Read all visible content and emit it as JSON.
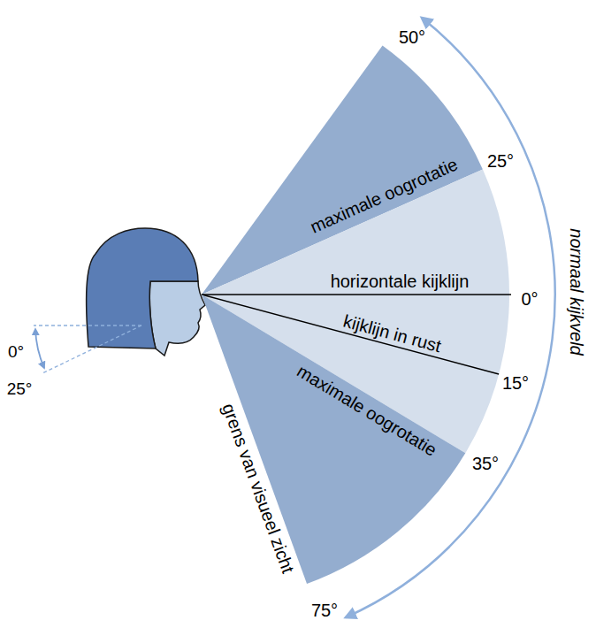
{
  "diagram": {
    "nodes": [
      {
        "text": [
          "maximale oogrotatie"
        ]
      },
      {
        "text": [
          "horizontale kijklijn",
          "kijklijn in rust"
        ]
      },
      {
        "text": [
          "maximale oogrotatie"
        ]
      }
    ],
    "labels": [
      "50°",
      "25°",
      "0°",
      "15°",
      "35°",
      "75°",
      "grens van visueel zicht",
      "normaal kijkveld",
      "0°",
      "25°"
    ]
  }
}
